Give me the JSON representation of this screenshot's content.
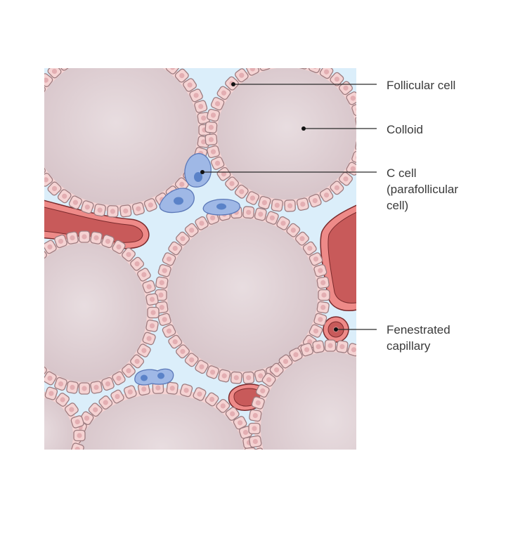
{
  "title": "Thyroid follicle histology",
  "colors": {
    "background": "#ffffff",
    "interstitium": "#dbeefa",
    "colloid": "#dccbd0",
    "colloid_center": "#e6d9dc",
    "follicular_cell_fill": "#f5d3d3",
    "follicular_cell_stroke": "#9c7c80",
    "follicular_cell_nucleus": "#e3aeb2",
    "c_cell_fill": "#9fb8e6",
    "c_cell_stroke": "#5b78b8",
    "c_cell_nucleus": "#5a82c8",
    "capillary_wall": "#ee8a88",
    "capillary_lumen": "#c85a5a",
    "capillary_stroke": "#7a2a2c",
    "leader_line": "#2a2a2a",
    "label_text": "#3a3a3a"
  },
  "labels": [
    {
      "id": "follicular-cell",
      "lines": [
        "Follicular cell"
      ]
    },
    {
      "id": "colloid",
      "lines": [
        "Colloid"
      ]
    },
    {
      "id": "c-cell",
      "lines": [
        "C cell",
        "(parafollicular",
        "cell)"
      ]
    },
    {
      "id": "fenestrated-capillary",
      "lines": [
        "Fenestrated",
        "capillary"
      ]
    }
  ]
}
